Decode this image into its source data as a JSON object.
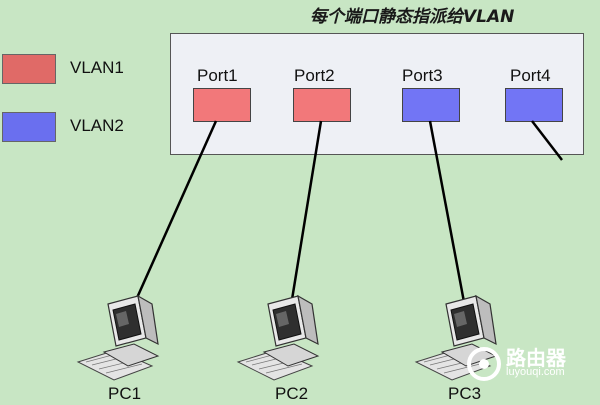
{
  "title": "每个端口静态指派给VLAN",
  "legend": [
    {
      "label": "VLAN1",
      "color": "#e06a67"
    },
    {
      "label": "VLAN2",
      "color": "#6a6fef"
    }
  ],
  "ports": [
    {
      "label": "Port1",
      "vlan": "VLAN1",
      "color": "#f2787a"
    },
    {
      "label": "Port2",
      "vlan": "VLAN1",
      "color": "#f2787a"
    },
    {
      "label": "Port3",
      "vlan": "VLAN2",
      "color": "#7275f5"
    },
    {
      "label": "Port4",
      "vlan": "VLAN2",
      "color": "#7275f5"
    }
  ],
  "pcs": [
    {
      "label": "PC1",
      "icon": "computer-icon"
    },
    {
      "label": "PC2",
      "icon": "computer-icon"
    },
    {
      "label": "PC3",
      "icon": "computer-icon"
    }
  ],
  "watermark": {
    "line1": "路由器",
    "line2": "luyouqi.com",
    "icon": "router-logo-icon"
  }
}
